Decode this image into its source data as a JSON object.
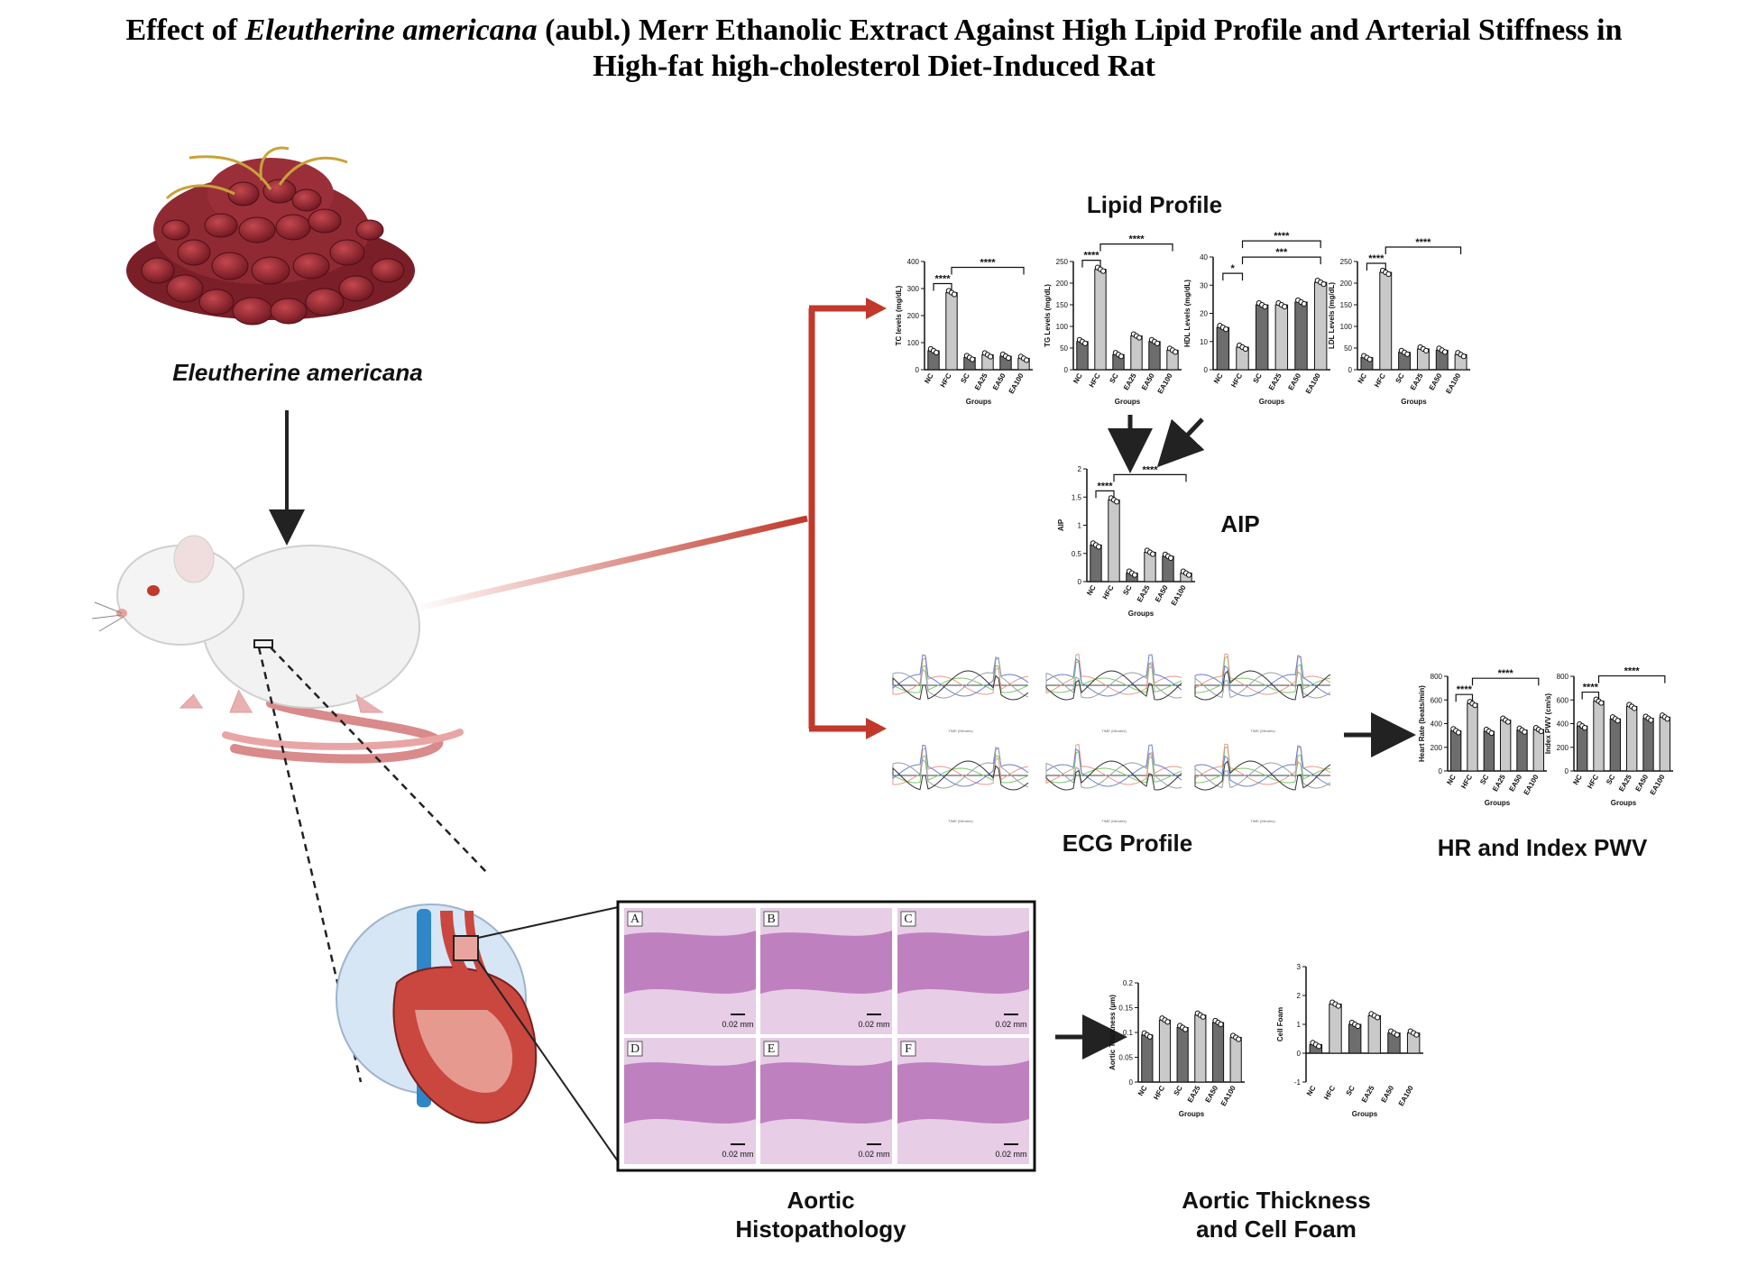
{
  "title": {
    "prefix": "Effect of ",
    "species": "Eleutherine americana",
    "rest_line1": " (aubl.) Merr Ethanolic Extract Against High Lipid Profile and Arterial Stiffness in",
    "line2": "High-fat high-cholesterol Diet-Induced Rat"
  },
  "labels": {
    "plant": "Eleutherine americana",
    "lipid_profile": "Lipid Profile",
    "aip": "AIP",
    "ecg_profile": "ECG Profile",
    "hr_pwv": "HR and Index PWV",
    "histo_line1": "Aortic",
    "histo_line2": "Histopathology",
    "thick_line1": "Aortic Thickness",
    "thick_line2": "and Cell Foam"
  },
  "histology": {
    "panels": [
      "A",
      "B",
      "C",
      "D",
      "E",
      "F"
    ],
    "scale_bar": "0.02 mm"
  },
  "ecg": {
    "time_axis": "TIME (Minutes)"
  },
  "colors": {
    "arrow_red": "#c0392b",
    "bar_dark": "#6d6d6d",
    "bar_light": "#c9c9c9"
  },
  "chart_data": [
    {
      "id": "tc",
      "type": "bar",
      "ylabel": "TC levels (mg/dL)",
      "xlabel": "Groups",
      "categories": [
        "NC",
        "HFC",
        "SC",
        "EA25",
        "EA50",
        "EA100"
      ],
      "values": [
        70,
        285,
        45,
        55,
        50,
        42
      ],
      "ylim": [
        0,
        400
      ],
      "yticks": [
        0,
        100,
        200,
        300,
        400
      ],
      "significance": [
        "****",
        "****"
      ]
    },
    {
      "id": "tg",
      "type": "bar",
      "ylabel": "TG Levels (mg/dL)",
      "xlabel": "Groups",
      "categories": [
        "NC",
        "HFC",
        "SC",
        "EA25",
        "EA50",
        "EA100"
      ],
      "values": [
        65,
        232,
        35,
        78,
        65,
        45
      ],
      "ylim": [
        0,
        250
      ],
      "yticks": [
        0,
        50,
        100,
        150,
        200,
        250
      ],
      "significance": [
        "****",
        "****"
      ]
    },
    {
      "id": "hdl",
      "type": "bar",
      "ylabel": "HDL Levels (mg/dL)",
      "xlabel": "Groups",
      "categories": [
        "NC",
        "HFC",
        "SC",
        "EA25",
        "EA50",
        "EA100"
      ],
      "values": [
        15,
        8,
        23,
        23,
        24,
        31
      ],
      "ylim": [
        0,
        40
      ],
      "yticks": [
        0,
        10,
        20,
        30,
        40
      ],
      "significance": [
        "*",
        "***",
        "****"
      ]
    },
    {
      "id": "ldl",
      "type": "bar",
      "ylabel": "LDL Levels (mg/dL)",
      "xlabel": "Groups",
      "categories": [
        "NC",
        "HFC",
        "SC",
        "EA25",
        "EA50",
        "EA100"
      ],
      "values": [
        28,
        225,
        40,
        48,
        45,
        35
      ],
      "ylim": [
        0,
        250
      ],
      "yticks": [
        0,
        50,
        100,
        150,
        200,
        250
      ],
      "significance": [
        "****",
        "****"
      ]
    },
    {
      "id": "aip",
      "type": "bar",
      "ylabel": "AIP",
      "xlabel": "Groups",
      "categories": [
        "NC",
        "HFC",
        "SC",
        "EA25",
        "EA50",
        "EA100"
      ],
      "values": [
        0.65,
        1.45,
        0.15,
        0.52,
        0.45,
        0.15
      ],
      "ylim": [
        0,
        2.0
      ],
      "yticks": [
        0.0,
        0.5,
        1.0,
        1.5,
        2.0
      ],
      "significance": [
        "****",
        "****"
      ]
    },
    {
      "id": "hr",
      "type": "bar",
      "ylabel": "Heart Rate (beats/min)",
      "xlabel": "Groups",
      "categories": [
        "NC",
        "HFC",
        "SC",
        "EA25",
        "EA50",
        "EA100"
      ],
      "values": [
        340,
        570,
        335,
        430,
        345,
        350
      ],
      "ylim": [
        0,
        800
      ],
      "yticks": [
        0,
        200,
        400,
        600,
        800
      ],
      "significance": [
        "****",
        "****"
      ]
    },
    {
      "id": "pwv",
      "type": "bar",
      "ylabel": "Index PWV (cm/s)",
      "xlabel": "Groups",
      "categories": [
        "NC",
        "HFC",
        "SC",
        "EA25",
        "EA50",
        "EA100"
      ],
      "values": [
        380,
        590,
        440,
        545,
        445,
        455
      ],
      "ylim": [
        0,
        800
      ],
      "yticks": [
        0,
        200,
        400,
        600,
        800
      ],
      "significance": [
        "****",
        "****"
      ]
    },
    {
      "id": "thick",
      "type": "bar",
      "ylabel": "Aortic Thickness (µm)",
      "xlabel": "Groups",
      "categories": [
        "NC",
        "HFC",
        "SC",
        "EA25",
        "EA50",
        "EA100"
      ],
      "values": [
        0.095,
        0.125,
        0.11,
        0.135,
        0.12,
        0.09
      ],
      "ylim": [
        0,
        0.2
      ],
      "yticks": [
        0.0,
        0.05,
        0.1,
        0.15,
        0.2
      ]
    },
    {
      "id": "foam",
      "type": "bar",
      "ylabel": "Cell Foam",
      "xlabel": "Groups",
      "categories": [
        "NC",
        "HFC",
        "SC",
        "EA25",
        "EA50",
        "EA100"
      ],
      "values": [
        0.3,
        1.7,
        1.0,
        1.3,
        0.7,
        0.7
      ],
      "ylim": [
        -1,
        3
      ],
      "yticks": [
        -1,
        0,
        1,
        2,
        3
      ]
    }
  ]
}
